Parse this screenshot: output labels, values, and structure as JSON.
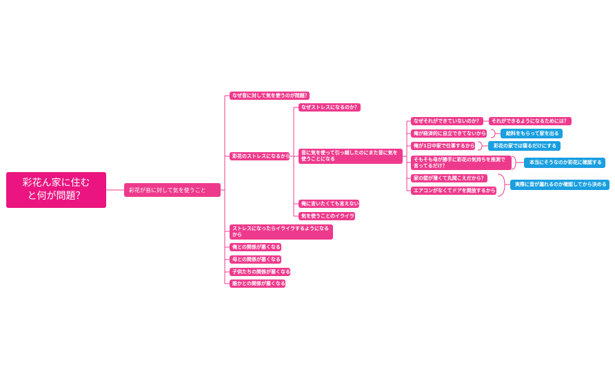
{
  "root": "彩花ん家に住むと何が問題？",
  "l1": "彩花が音に対して気を使うこと",
  "l2": [
    "なぜ音に対して気を使うのが問題？",
    "彩花のストレスになるから",
    "ストレスになったらイライラするようになるから",
    "俺との関係が悪くなる",
    "母との関係が悪くなる",
    "子供たちの関係が悪くなる",
    "誰かとの関係が悪くなる"
  ],
  "l3": [
    "なぜストレスになるのか？",
    "音に気を使って引っ越したのにまた音に気を使うことになる",
    "俺に言いたくても言えない",
    "気を使うことのイライラ"
  ],
  "l4": [
    "なぜそれができていないのか？",
    "俺が経済的に自立できてないから",
    "俺が1日中家で仕事するから",
    "そもそも母が勝手に彩花の気持ちを推測で言ってるだけ？",
    "家の壁が薄くて丸聞こえだから？",
    "エアコンがなくてドアを開放するから"
  ],
  "l5": [
    "それができるようになるためには？",
    "給料をもらって家を出る",
    "彩花の家では寝るだけにする",
    "本当にそうなのか彩花に確認する",
    "実際に音が漏れるのか確認してから決める"
  ],
  "colors": {
    "pink": "#ee3a8c",
    "root": "#ea1580",
    "blue": "#1a9fe0",
    "line": "#ee3a8c"
  }
}
